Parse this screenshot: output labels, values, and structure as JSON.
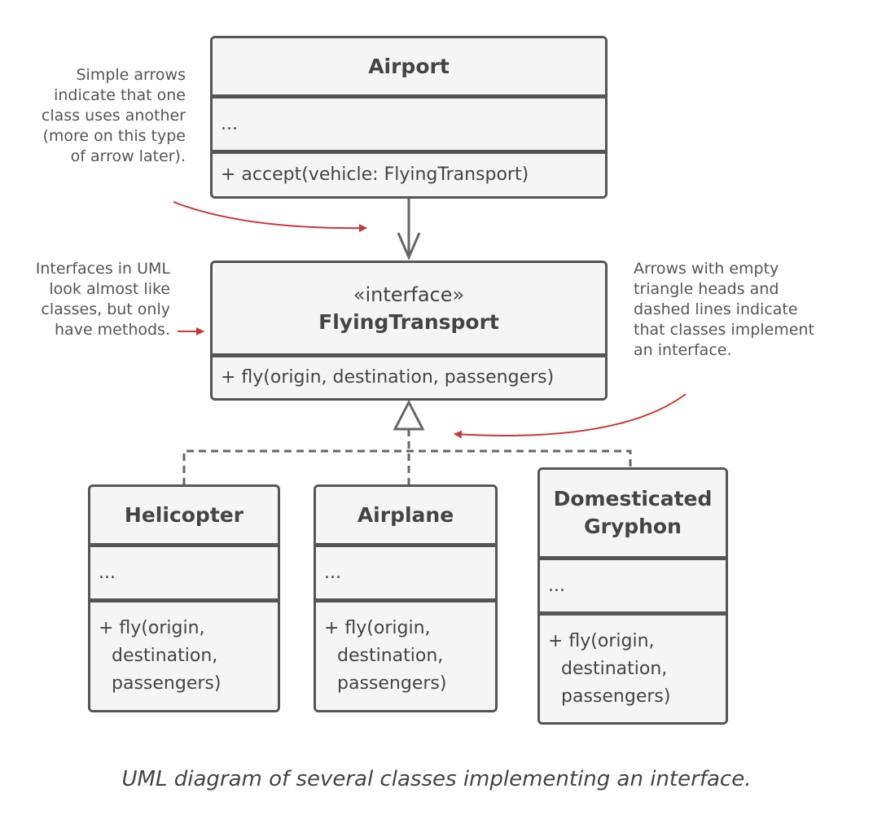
{
  "classes": {
    "airport": {
      "name": "Airport",
      "fields": "...",
      "methods": [
        "+ accept(vehicle: FlyingTransport)"
      ]
    },
    "flying_transport": {
      "stereotype": "«interface»",
      "name": "FlyingTransport",
      "methods": [
        "+ fly(origin, destination, passengers)"
      ]
    },
    "helicopter": {
      "name": "Helicopter",
      "fields": "...",
      "methods": [
        "+ fly(origin,",
        "destination,",
        "passengers)"
      ]
    },
    "airplane": {
      "name": "Airplane",
      "fields": "...",
      "methods": [
        "+ fly(origin,",
        "destination,",
        "passengers)"
      ]
    },
    "gryphon": {
      "name_lines": [
        "Domesticated",
        "Gryphon"
      ],
      "fields": "...",
      "methods": [
        "+ fly(origin,",
        "destination,",
        "passengers)"
      ]
    }
  },
  "notes": {
    "simple_arrows": [
      "Simple arrows",
      "indicate that one",
      "class uses another",
      "(more on this type",
      "of arrow later)."
    ],
    "interfaces": [
      "Interfaces in UML",
      "look almost like",
      "classes, but only",
      "have methods."
    ],
    "triangle_arrows": [
      "Arrows with empty",
      "triangle heads and",
      "dashed lines indicate",
      "that classes implement",
      "an interface."
    ]
  },
  "caption": "UML diagram of several classes implementing an interface.",
  "colors": {
    "line": "#555555",
    "note_arrow": "#c8383a",
    "box_fill": "#f5f5f5"
  }
}
